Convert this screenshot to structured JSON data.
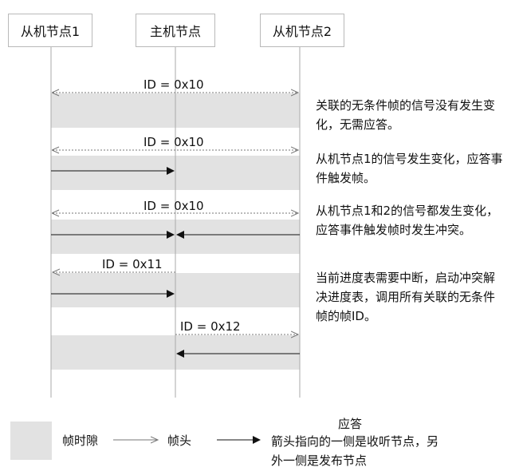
{
  "nodes": {
    "slave1": "从机节点1",
    "master": "主机节点",
    "slave2": "从机节点2"
  },
  "frames": [
    {
      "id_label": "ID = 0x10",
      "note": "关联的无条件帧的信号没有发生变化，无需应答。"
    },
    {
      "id_label": "ID = 0x10",
      "note": "从机节点1的信号发生变化，应答事件触发帧。"
    },
    {
      "id_label": "ID = 0x10",
      "note": "从机节点1和2的信号都发生变化，应答事件触发帧时发生冲突。"
    },
    {
      "id_label": "ID = 0x11",
      "note": "当前进度表需要中断，启动冲突解决进度表，调用所有关联的无条件帧的帧ID。"
    },
    {
      "id_label": "ID = 0x12",
      "note": ""
    }
  ],
  "legend": {
    "slot": "帧时隙",
    "header": "帧头",
    "response_title": "应答",
    "response_desc": "箭头指向的一侧是收听节点，另外一侧是发布节点"
  },
  "colors": {
    "slot_fill": "#e2e2e2",
    "line": "#a9a9a9",
    "arrow": "#111111",
    "dotted_arrow": "#777777"
  }
}
